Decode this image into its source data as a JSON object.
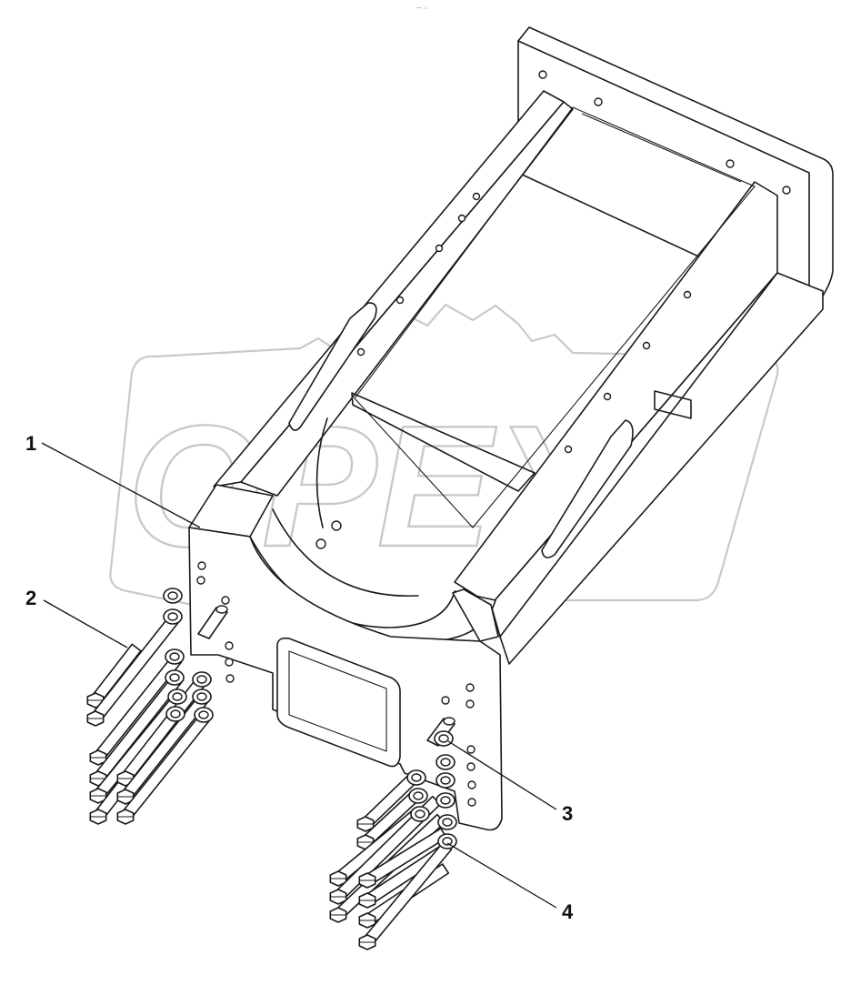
{
  "watermark": {
    "text": "OPEX"
  },
  "callouts": [
    {
      "id": "callout-1",
      "label": "1"
    },
    {
      "id": "callout-2",
      "label": "2"
    },
    {
      "id": "callout-3",
      "label": "3"
    },
    {
      "id": "callout-4",
      "label": "4"
    }
  ],
  "top_mark": "~ -"
}
